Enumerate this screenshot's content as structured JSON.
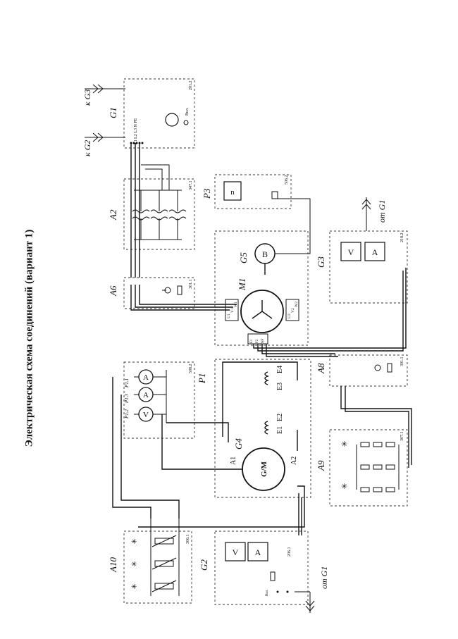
{
  "title": "Электрическая схема соединений (вариант 1)",
  "blocks": {
    "G1": {
      "label": "G1",
      "code": "201.2",
      "terminals": "L1 L2 L3 N PE",
      "switch": "Вкл."
    },
    "A2": {
      "label": "A2",
      "code": "347.1"
    },
    "A6": {
      "label": "A6",
      "code": "301.1"
    },
    "P3": {
      "label": "P3",
      "code": "506.2",
      "display": "n"
    },
    "G5": {
      "label": "G5",
      "display": "B"
    },
    "M1": {
      "label": "M1",
      "terms_top": [
        "U1",
        "V1",
        "W1"
      ],
      "terms_bot": [
        "U2",
        "V2",
        "W2"
      ],
      "terms_side": [
        "F1",
        "F2",
        "NF"
      ]
    },
    "G3": {
      "label": "G3",
      "code": "218.2",
      "meter_v": "V",
      "meter_a": "A"
    },
    "P1": {
      "label": "P1",
      "code": "508.2",
      "ports": [
        "P1.1",
        "P1.3",
        "P1.2"
      ],
      "meters": [
        "A",
        "A",
        "V"
      ]
    },
    "G4": {
      "label": "G4",
      "display": "G/M",
      "terms": [
        "A1",
        "A2",
        "E1",
        "E2",
        "E3",
        "E4"
      ]
    },
    "A8": {
      "label": "A8",
      "code": "301.1"
    },
    "A9": {
      "label": "A9",
      "code": "307.1"
    },
    "A10": {
      "label": "A10",
      "code": "306.1"
    },
    "G2": {
      "label": "G2",
      "code": "206.1",
      "meter_v": "V",
      "meter_a": "A",
      "small_text": "Вкл."
    }
  },
  "arrows": {
    "to_g2": "к G2",
    "to_g3": "к G3",
    "from_g1_right": "от G1",
    "from_g1_left": "от G1"
  }
}
